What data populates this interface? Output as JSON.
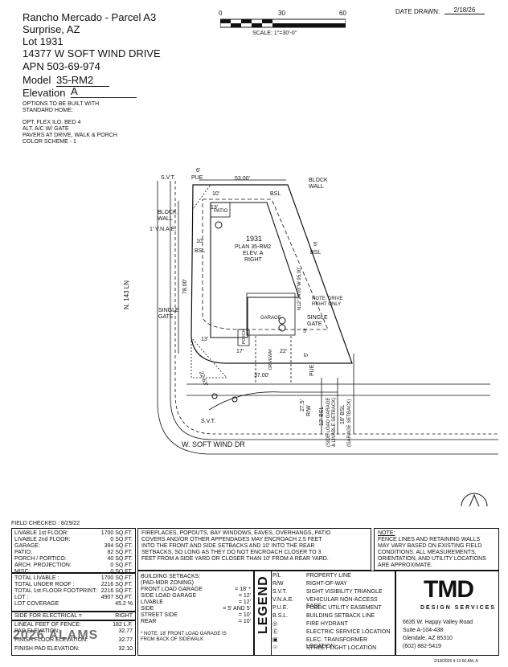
{
  "header": {
    "project": "Rancho Mercado - Parcel A3",
    "city": "Surprise, AZ",
    "lot": "Lot  1931",
    "address": "14377 W SOFT WIND DRIVE",
    "apn": "APN  503-69-974",
    "model_label": "Model",
    "model_value": "35-RM2",
    "elevation_label": "Elevation",
    "elevation_value": "A",
    "date_drawn_label": "DATE DRAWN:",
    "date_drawn_value": "2/18/26"
  },
  "scale": {
    "t0": "0",
    "t30": "30",
    "t60": "60",
    "label": "SCALE:  1\"=30'-0\""
  },
  "options": {
    "title1": "OPTIONS TO BE BUILT WITH",
    "title2": "STANDARD HOME:",
    "line1": "OPT. FLEX ILO. BED 4",
    "line2": "ALT. A/C W/ GATE",
    "line3": "PAVERS AT DRIVE, WALK & PORCH",
    "line4": "COLOR SCHEME - 1"
  },
  "plan": {
    "lot_number": "1931",
    "plan_name": "PLAN 35-RM2",
    "elev": "ELEV. A",
    "hand": "RIGHT",
    "street_side": "N. 143 LN",
    "street_front": "W. SOFT WIND DR",
    "svt_top": "S.V.T.",
    "svt_bottom": "S.V.T.",
    "pue_top": "PUE",
    "dim_6": "6'",
    "dim_53": "53.00'",
    "dim_10": "10'",
    "bsl": "BSL",
    "dim_13": "13'",
    "block_wall_1": "BLOCK",
    "block_wall_2": "WALL",
    "patio": "PATIO",
    "vnae": "1' V.N.A.E.",
    "dim_78": "78.00'",
    "dim_5": "5'",
    "bearing": "N12°24'03\"W 95.00'",
    "single_gate_l1": "SINGLE",
    "single_gate_l2": "GATE",
    "garage": "GARAGE",
    "note_drive_1": "NOTE: DRIVE",
    "note_drive_2": "RIGHT ONLY",
    "porch": "PORCH",
    "driveway": "DRIVEWAY",
    "dim_17": "17'",
    "dim_22": "22'",
    "dim_37": "37.00'",
    "arc": "22.63'",
    "rw": "R/W",
    "dim_275": "27.5'",
    "side_load_1": "12' BSL",
    "side_load_2": "(SIDE LOAD GARAGE",
    "side_load_3": "& LIVABLE SETBACK)",
    "front_load_1": "18' BSL",
    "front_load_2": "(GARAGE SETBACK)"
  },
  "field_checked": "FIELD CHECKED :  8/29/22",
  "areas": [
    {
      "label": "LIVABLE 1st FLOOR:",
      "value": "1700 SQ.FT."
    },
    {
      "label": "LIVABLE 2nd FLOOR:",
      "value": "0 SQ.FT."
    },
    {
      "label": "GARAGE:",
      "value": "394 SQ.FT."
    },
    {
      "label": "PATIO:",
      "value": "82 SQ.FT."
    },
    {
      "label": "PORCH / PORTICO:",
      "value": "40 SQ.FT."
    },
    {
      "label": "ARCH. PROJECTION:",
      "value": "0 SQ.FT."
    },
    {
      "label": "MISC:",
      "value": "0 SQ.FT."
    }
  ],
  "totals": [
    {
      "label": "TOTAL LIVABLE :",
      "value": "1700 SQ.FT."
    },
    {
      "label": "TOTAL UNDER ROOF :",
      "value": "2216 SQ.FT."
    },
    {
      "label": "TOTAL 1st FLOOR FOOTPRINT:",
      "value": "2216 SQ.FT."
    },
    {
      "label": "LOT :",
      "value": "4907 SQ.FT."
    },
    {
      "label": "LOT COVERAGE",
      "value": "45.2 %"
    }
  ],
  "electrical": {
    "label": "SIDE FOR ELECTRICAL =",
    "value": "RIGHT"
  },
  "fence": {
    "label": "LINEAL FEET OF FENCE:",
    "value": "182  L.F."
  },
  "pad_elev": {
    "label": "PAD ELEVATION:",
    "value": "32.77"
  },
  "ffe": {
    "label": "FINISH FLOOR ELEVATION:",
    "value": "32.77"
  },
  "fpe": {
    "label": "FINISH PAD ELEVATION:",
    "value": "32.10"
  },
  "watermark": "2026 ALAMS",
  "fireplaces_note": [
    "FIREPLACES, POPOUTS, BAY WINDOWS, EAVES, OVERHANGS, PATIO",
    "COVERS AND/OR OTHER APPENDAGES MAY ENCROACH 2.5 FEET",
    "INTO THE FRONT AND SIDE SETBACKS AND 10' INTO THE REAR",
    "SETBACKS, SO LONG AS THEY DO NOT ENCROACH CLOSER TO 3",
    "FEET FROM A SIDE YARD OR CLOSER THAN 10' FROM A REAR YARD."
  ],
  "note_fence": [
    "NOTE:",
    "FENCE LINES AND RETAINING WALLS",
    "MAY VARY BASED ON EXISTING FIELD",
    "CONDITIONS.  ALL MEASUREMENTS,",
    "ORIENTATION, AND UTILITY LOCATIONS",
    "ARE APPROXIMATE."
  ],
  "setbacks": {
    "title1": "BUILDING SETBACKS:",
    "title2": "(PAD-MDR ZONING)",
    "rows": [
      {
        "label": "FRONT LOAD GARAGE",
        "value": "= 18' *"
      },
      {
        "label": "SIDE LOAD GARAGE",
        "value": "= 12'"
      },
      {
        "label": "LIVABLE",
        "value": "= 12'"
      },
      {
        "label": "SIDE",
        "value": "= 5' AND 5'"
      },
      {
        "label": "STREET SIDE",
        "value": "= 10'"
      },
      {
        "label": "REAR",
        "value": "= 10'"
      }
    ],
    "footnote1": "* NOTE: 18' FRONT LOAD GARAGE IS",
    "footnote2": "FROM BACK OF SIDEWALK"
  },
  "legend": {
    "title": "LEGEND",
    "items": [
      {
        "sym": "P/L",
        "text": "PROPERTY LINE"
      },
      {
        "sym": "R/W",
        "text": "RIGHT-OF-WAY"
      },
      {
        "sym": "S.V.T.",
        "text": "SIGHT VISIBILITY TRIANGLE"
      },
      {
        "sym": "V.N.A.E.",
        "text": "VEHICULAR NON-ACCESS EASE."
      },
      {
        "sym": "P.U.E.",
        "text": "PUBLIC UTILITY EASEMENT"
      },
      {
        "sym": "B.S.L.",
        "text": "BUILDING SETBACK LINE"
      },
      {
        "sym": "",
        "text": "FIRE HYDRANT"
      },
      {
        "sym": "",
        "text": "ELECTRIC SERVICE LOCATION"
      },
      {
        "sym": "",
        "text": "ELEC. TRANSFORMER LOCATION"
      },
      {
        "sym": "",
        "text": "STREET LIGHT LOCATION"
      }
    ]
  },
  "company": {
    "logo": "TMD",
    "tagline": "DESIGN SERVICES",
    "addr1": "6635 W. Happy Valley Road",
    "addr2": "Suite A-104-438",
    "addr3": "Glendale, AZ 85310",
    "phone": "(602) 882-5419"
  },
  "footer_stamp": "2/18/2026 9:12:50 AM, A"
}
